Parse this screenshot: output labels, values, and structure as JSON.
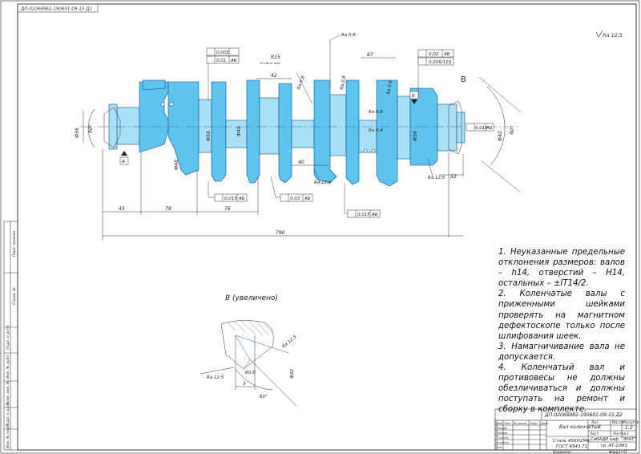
{
  "frame": {
    "corner_stamp": "ДП-02068982-190601-09-15 Д2",
    "roughness_general": "Ra 12,5",
    "view_ref": "В"
  },
  "drawing": {
    "tol_flatness": "0,005",
    "tol_runout_left": "0,01",
    "datum_ab": "АБ",
    "tol_parallel": "0,02",
    "tol_runout_right": "0,016/110",
    "tol_runout_01": "0,014",
    "tol_box_bottom_1": "0,015",
    "tol_box_bottom_2": "0,03",
    "tol_box_bottom_3": "0,015",
    "datum_a": "А",
    "datum_b": "Б",
    "view_label_b": "В",
    "note_small": "Это болт щёк",
    "dim_r15": "R15",
    "dim_42": "42",
    "dim_67": "67",
    "dim_40": "40",
    "dim_43": "43",
    "dim_78": "78",
    "dim_76": "76",
    "dim_32": "32",
    "dim_790": "790",
    "dim_60_left": "60°",
    "dim_60_right": "60°",
    "dia_left": "Ф56",
    "dia_main": "Ф56",
    "dia_conn": "Ф48",
    "dia_right": "Ф42",
    "ra_08a": "Ra 0,8",
    "ra_08b": "Ra 0,8",
    "ra_08c": "Ra 0,8",
    "ra_08d": "Ra 0,8",
    "ra_08e": "Ra 0,8",
    "ra_04": "Ra 0,4",
    "ra_125a": "Ra 12,5",
    "ra_125b": "Ra 12,5",
    "detail_ra": "Ra 12,5",
    "detail_r": "R0,8",
    "detail_dim": "3",
    "detail_angle": "60°",
    "detail_dia": "Ф42"
  },
  "view_caption": "В (увеличено)",
  "notes": [
    "1. Неуказанные предельные отклонения размеров: валов – h14, отверстий – H14, остальных – ±IT14/2.",
    "2. Коленчатые валы с приженными шейками проверять на магнитном дефектоскопе только после шлифования шеек.",
    "3. Намагничивание вала не допускается.",
    "4. Коленчатый вал и противовесы не должны обезличиваться и должны поступать на ремонт и сборку в комплекте."
  ],
  "title_block": {
    "doc_number": "ДП-02068982-190601-09-15 Д2",
    "part_name": "Вал коленчатый",
    "material_1": "Сталь 45ХН2МА",
    "material_2": "ГОСТ 4543-71",
    "org_1": "СибАДИ каф. \"ЭРАТ\"",
    "org_2": "гр. АТ-10М1",
    "col_lit": "Лит.",
    "col_mass": "Масса",
    "col_scale": "Масштаб",
    "scale_value": "1:2",
    "sheet": "Лист",
    "sheets": "Листов 1",
    "copied": "Копировал",
    "format": "Формат А1",
    "row_izm": "Изм.",
    "row_list": "Лист",
    "row_ndoc": "№ докум.",
    "row_sign": "Подп.",
    "row_date": "Дата",
    "row_razrab": "Разраб.",
    "row_prov": "Провер.",
    "row_tkontr": "Т.контр.",
    "row_nkontr": "Н.контр.",
    "row_utv": "Утв."
  },
  "side_strip": {
    "top": "Перв. примен.",
    "mid": "Справ. №",
    "b1": "Подп. и дата",
    "b2": "Инв. № дубл.",
    "b3": "Взам. инв. №",
    "b4": "Подп. и дата",
    "b5": "Инв. № подл."
  },
  "colors": {
    "part_fill": "#5ec3ee",
    "part_fill_light": "#a9e0f7",
    "line": "#333333",
    "blue_line": "#1f6fd6"
  }
}
